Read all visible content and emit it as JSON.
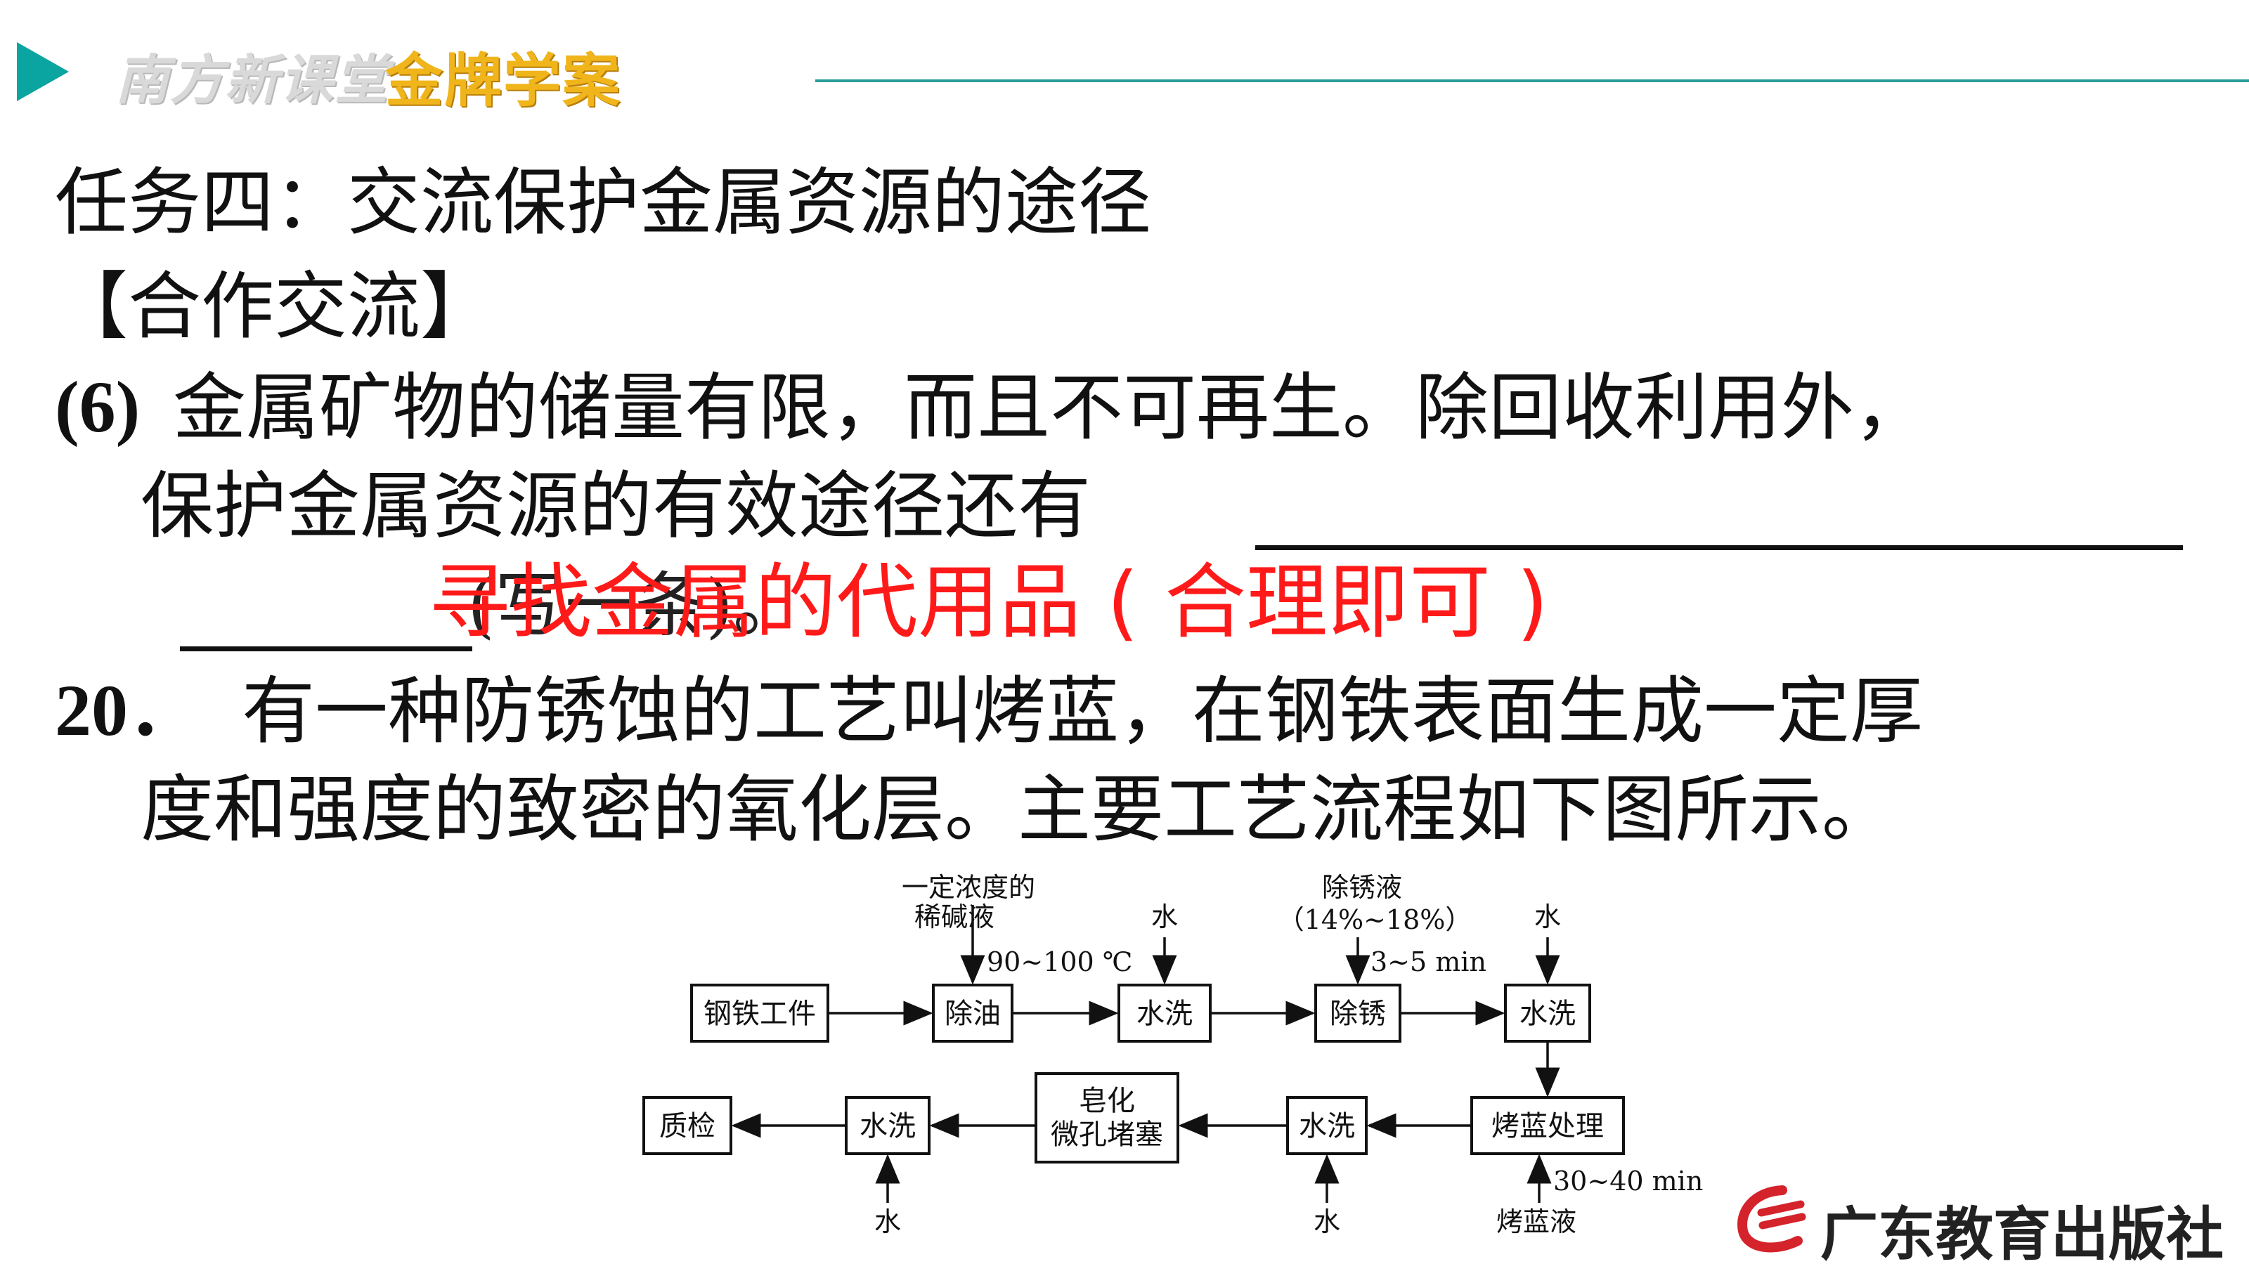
{
  "header": {
    "brand": "南方新课堂",
    "series": "金牌学案"
  },
  "task": {
    "title": "任务四：交流保护金属资源的途径",
    "section": "【合作交流】",
    "q6_number": "(6)",
    "q6_line1": "金属矿物的储量有限，而且不可再生。除回收利用外，",
    "q6_line2": "保护金属资源的有效途径还有",
    "q6_tail": "(写一条)。",
    "answer": "寻找金属的代用品 ( 合理即可 )"
  },
  "question20": {
    "number": "20．",
    "line1": "有一种防锈蚀的工艺叫烤蓝，在钢铁表面生成一定厚",
    "line2": "度和强度的致密的氧化层。主要工艺流程如下图所示。"
  },
  "flow": {
    "boxes": {
      "steel": "钢铁工件",
      "degrease": "除油",
      "wash1": "水洗",
      "derust": "除锈",
      "wash2": "水洗",
      "bluing": "烤蓝处理",
      "wash3": "水洗",
      "soap_line1": "皂化",
      "soap_line2": "微孔堵塞",
      "wash4": "水洗",
      "qc": "质检"
    },
    "labels": {
      "alkali_line1": "一定浓度的",
      "alkali_line2": "稀碱液",
      "temp": "90~100 ℃",
      "water": "水",
      "rust_line1": "除锈液",
      "rust_line2": "（14%~18%）",
      "rust_time": "3~5 min",
      "bluing_time": "30~40 min",
      "bluing_liquid": "烤蓝液"
    }
  },
  "publisher": {
    "name": "广东教育出版社"
  },
  "colors": {
    "accent": "#0aa5a0",
    "series_gold": "#f0b51b",
    "answer_red": "#ff1a1a",
    "publisher_red": "#d4232b"
  }
}
